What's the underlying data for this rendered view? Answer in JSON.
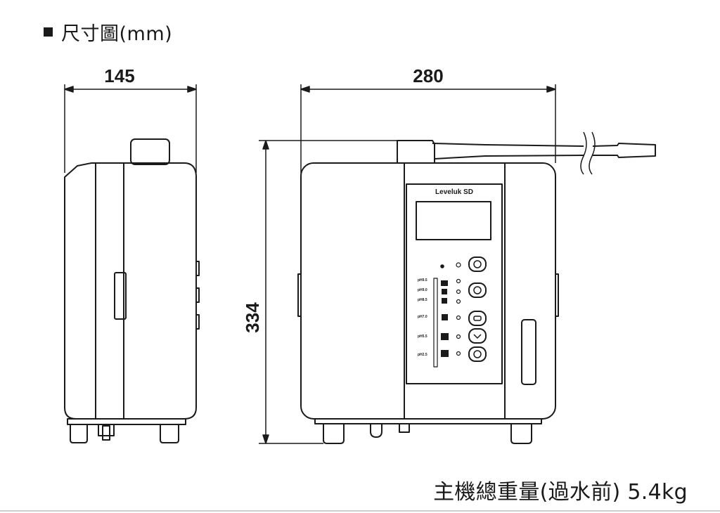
{
  "header": {
    "bullet_icon": "square-bullet-icon",
    "title": "尺寸圖(mm)"
  },
  "dimensions": {
    "side_width": "145",
    "front_width": "280",
    "height": "334"
  },
  "display_panel": {
    "brand": "Leveluk SD",
    "ph_labels": [
      "pH9.5",
      "pH9.0",
      "pH8.5",
      "pH7.0",
      "pH5.5",
      "pH2.5"
    ]
  },
  "footer": {
    "weight_text": "主機總重量(過水前) 5.4kg"
  }
}
